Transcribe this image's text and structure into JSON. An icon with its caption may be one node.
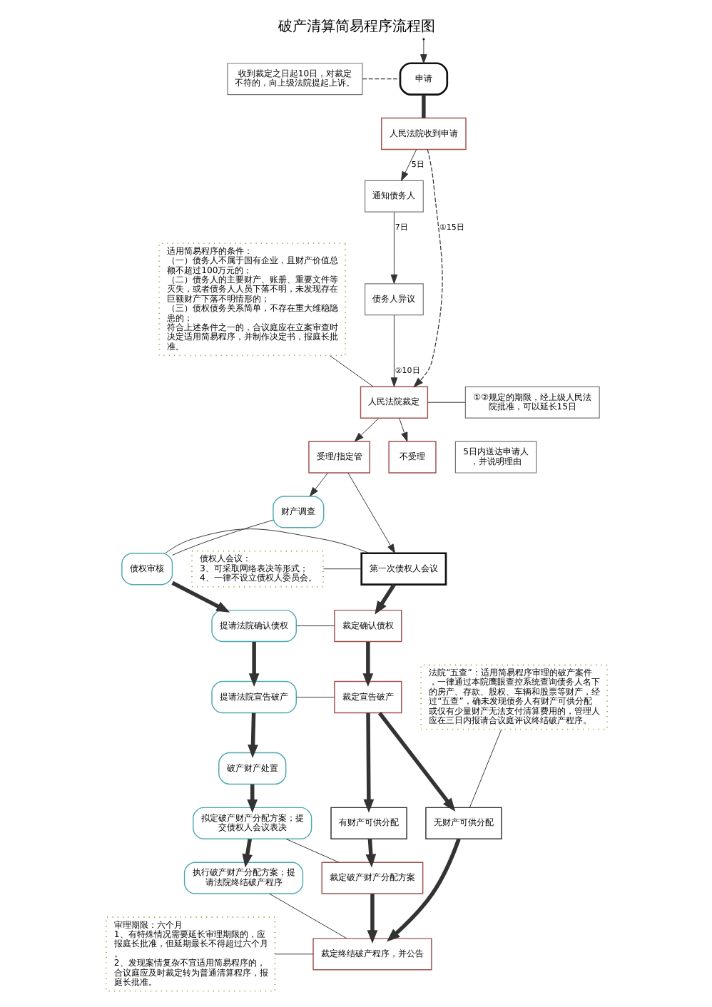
{
  "diagram": {
    "title": "破产清算简易程序流程图",
    "nodes": [
      {
        "text": [
          "申请"
        ]
      },
      {
        "text": [
          "人民法院收到申请"
        ]
      },
      {
        "text": [
          "通知债务人"
        ]
      },
      {
        "text": [
          "债务人异议"
        ]
      },
      {
        "text": [
          "人民法院裁定"
        ]
      },
      {
        "text": [
          "收到裁定之日起10日，对裁定不符的，向上级法院提起上诉。"
        ]
      },
      {
        "text": [
          "①②规定的期限，经上级人民法院批准，可以延长15日"
        ]
      },
      {
        "text": [
          "适用简易程序的条件：",
          "（一）债务人不属于国有企业，且财产价值总额不超过100万元的；",
          "（二）债务人的主要财产、账册、重要文件等灭失，或者债务人人员下落不明，未发现存在巨额财产下落不明情形的；",
          "（三）债权债务关系简单，不存在重大维稳隐患的；",
          "符合上述条件之一的，合议庭应在立案审查时决定适用简易程序，并制作决定书，报庭长批准。"
        ]
      },
      {
        "text": [
          "受理/指定管"
        ]
      },
      {
        "text": [
          "不受理"
        ]
      },
      {
        "text": [
          "5日内送达申请人，并说明理由"
        ]
      },
      {
        "text": [
          "财产调查"
        ]
      },
      {
        "text": [
          "债权审核"
        ]
      },
      {
        "text": [
          "提请法院确认债权"
        ]
      },
      {
        "text": [
          "提请法院宣告破产"
        ]
      },
      {
        "text": [
          "破产财产处置"
        ]
      },
      {
        "text": [
          "拟定破产财产分配方案；提交债权人会议表决"
        ]
      },
      {
        "text": [
          "执行破产财产分配方案；提请法院终结破产程序"
        ]
      },
      {
        "text": [
          "第一次债权人会议"
        ]
      },
      {
        "text": [
          "裁定确认债权"
        ]
      },
      {
        "text": [
          "裁定宣告破产"
        ]
      },
      {
        "text": [
          "有财产可供分配"
        ]
      },
      {
        "text": [
          "无财产可供分配"
        ]
      },
      {
        "text": [
          "裁定破产财产分配方案"
        ]
      },
      {
        "text": [
          "裁定终结破产程序，并公告"
        ]
      },
      {
        "text": [
          "债权人会议：",
          "3、可采取网络表决等形式；",
          "4、一律不设立债权人委员会。"
        ]
      },
      {
        "text": [
          "法院“五查”：适用简易程序审理的破产案件，一律通过本院鹰眼查控系统查询债务人名下的房产、存款、股权、车辆和股票等财产，经过“五查”，确未发现债务人有财产可供分配或仅有少量财产无法支付清算费用的，管理人应在三日内报请合议庭评议终结破产程序。"
        ]
      },
      {
        "text": [
          "审理期限：六个月",
          "1、有特殊情况需要延长审理期限的，应报庭长批准，但延期最长不得超过六个月。",
          "2、发现案情复杂不宜适用简易程序的，合议庭应及时裁定转为普通清算程序，报庭长批准。"
        ]
      }
    ],
    "edges": [
      {
        "from": 0,
        "to": 1,
        "arrow": "none",
        "style": "thick"
      },
      {
        "from": 1,
        "to": 2,
        "arrow": "to",
        "label": "5日"
      },
      {
        "from": 2,
        "to": 3,
        "arrow": "to",
        "label": "7日"
      },
      {
        "from": 1,
        "to": 4,
        "arrow": "to",
        "label": "①15日",
        "style": "dashed"
      },
      {
        "from": 3,
        "to": 4,
        "arrow": "to",
        "label": "②10日"
      },
      {
        "from": 4,
        "to": 6,
        "arrow": "none"
      },
      {
        "from": 7,
        "to": 4,
        "arrow": "none"
      },
      {
        "from": 5,
        "to": 0,
        "arrow": "none",
        "style": "dashed"
      },
      {
        "from": null,
        "to": 0,
        "arrow": "to"
      },
      {
        "from": 4,
        "to": 8,
        "arrow": "to"
      },
      {
        "from": 4,
        "to": 9,
        "arrow": "to"
      },
      {
        "from": 8,
        "to": 11,
        "arrow": "to"
      },
      {
        "from": 8,
        "to": 18,
        "arrow": "to"
      },
      {
        "from": 11,
        "to": 12,
        "arrow": "none"
      },
      {
        "from": 12,
        "to": 13,
        "arrow": "to",
        "style": "thick"
      },
      {
        "from": 13,
        "to": 14,
        "arrow": "to",
        "style": "thick"
      },
      {
        "from": 14,
        "to": 15,
        "arrow": "to",
        "style": "thick"
      },
      {
        "from": 15,
        "to": 16,
        "arrow": "to",
        "style": "thick"
      },
      {
        "from": 16,
        "to": 17,
        "arrow": "to",
        "style": "thick"
      },
      {
        "from": 12,
        "to": 18,
        "arrow": "none"
      },
      {
        "from": 13,
        "to": 19,
        "arrow": "none"
      },
      {
        "from": 14,
        "to": 20,
        "arrow": "none"
      },
      {
        "from": 16,
        "to": 23,
        "arrow": "none"
      },
      {
        "from": 17,
        "to": 24,
        "arrow": "none"
      },
      {
        "from": 18,
        "to": 19,
        "arrow": "to",
        "style": "thick"
      },
      {
        "from": 19,
        "to": 20,
        "arrow": "to",
        "style": "thick"
      },
      {
        "from": 20,
        "to": 21,
        "arrow": "to",
        "style": "thick"
      },
      {
        "from": 20,
        "to": 22,
        "arrow": "to",
        "style": "thick"
      },
      {
        "from": 21,
        "to": 23,
        "arrow": "to",
        "style": "thick"
      },
      {
        "from": 23,
        "to": 24,
        "arrow": "to",
        "style": "thick"
      },
      {
        "from": 22,
        "to": 24,
        "arrow": "to",
        "style": "thick"
      },
      {
        "from": 25,
        "to": 18,
        "arrow": "none"
      },
      {
        "from": 26,
        "to": 22,
        "arrow": "none"
      },
      {
        "from": 27,
        "to": 24,
        "arrow": "none"
      }
    ]
  }
}
